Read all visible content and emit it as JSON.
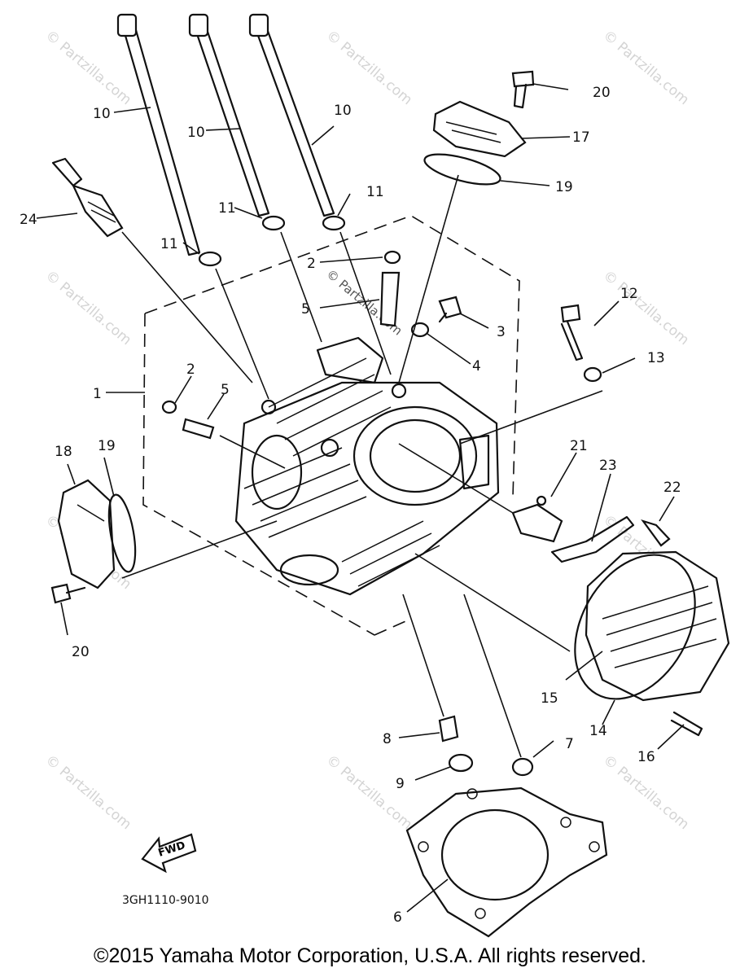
{
  "watermark": "© Partzilla.com",
  "callouts": {
    "c1": "1",
    "c2a": "2",
    "c2b": "2",
    "c3": "3",
    "c4": "4",
    "c5a": "5",
    "c5b": "5",
    "c6": "6",
    "c7": "7",
    "c8": "8",
    "c9": "9",
    "c10a": "10",
    "c10b": "10",
    "c10c": "10",
    "c11a": "11",
    "c11b": "11",
    "c11c": "11",
    "c12": "12",
    "c13": "13",
    "c14": "14",
    "c15": "15",
    "c16": "16",
    "c17": "17",
    "c18": "18",
    "c19a": "19",
    "c19b": "19",
    "c20a": "20",
    "c20b": "20",
    "c21": "21",
    "c22": "22",
    "c23": "23",
    "c24": "24"
  },
  "fwd_label": "FWD",
  "drawing_code": "3GH1110-9010",
  "copyright": "©2015  Yamaha Motor Corporation, U.S.A. All rights reserved."
}
